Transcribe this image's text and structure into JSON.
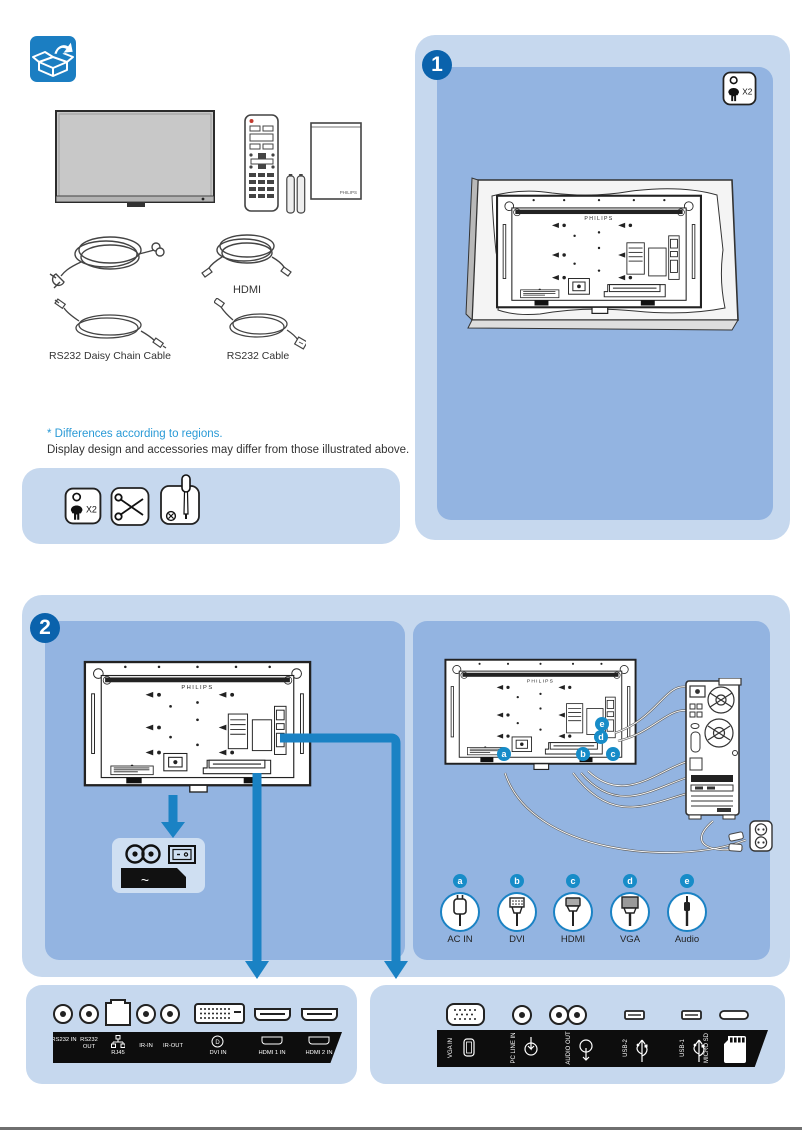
{
  "page": {
    "brand": "PHILIPS",
    "notes": {
      "region": "* Differences according to regions.",
      "design": "Display design and accessories may differ from those illustrated above."
    }
  },
  "accessories": {
    "hdmi": "HDMI",
    "rs232_daisy": "RS232 Daisy Chain Cable",
    "rs232": "RS232 Cable"
  },
  "requirements": {
    "people": "X2"
  },
  "step1": {
    "number": "1",
    "people": "X2"
  },
  "step2": {
    "number": "2",
    "badges": {
      "a": "a",
      "b": "b",
      "c": "c",
      "d": "d",
      "e": "e"
    },
    "legend": [
      {
        "badge": "a",
        "label": "AC IN"
      },
      {
        "badge": "b",
        "label": "DVI"
      },
      {
        "badge": "c",
        "label": "HDMI"
      },
      {
        "badge": "d",
        "label": "VGA"
      },
      {
        "badge": "e",
        "label": "Audio"
      }
    ]
  },
  "ports_left": {
    "labels": [
      "RS232 IN",
      "RS232 OUT",
      "RJ45",
      "IR-IN",
      "IR-OUT",
      "DVI IN",
      "HDMI 1 IN",
      "HDMI 2 IN"
    ]
  },
  "ports_right": {
    "labels": [
      "VGA IN",
      "PC LINE IN",
      "AUDIO OUT",
      "USB-2",
      "USB-1",
      "MICRO SD"
    ]
  },
  "colors": {
    "accent_blue": "#1a82c4",
    "panel_light": "#c6d8ee",
    "panel_medium": "#93b4e1",
    "badge_blue": "#0a62ac",
    "note_blue": "#2a9ad6"
  }
}
